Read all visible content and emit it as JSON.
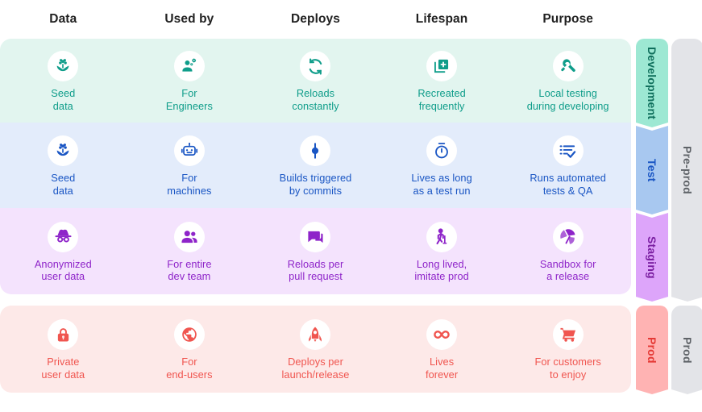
{
  "headers": [
    {
      "label": "Data"
    },
    {
      "label": "Used by"
    },
    {
      "label": "Deploys"
    },
    {
      "label": "Lifespan"
    },
    {
      "label": "Purpose"
    }
  ],
  "colors": {
    "dev_bg": "#e2f5ef",
    "dev_fg": "#0f9d8a",
    "dev_chevron": "#9de8d3",
    "dev_chevron_text": "#0f6f5c",
    "test_bg": "#e3ecfb",
    "test_fg": "#1a56c4",
    "test_chevron": "#a8c8f0",
    "staging_bg": "#f4e3fd",
    "staging_fg": "#8e24c9",
    "staging_chevron": "#dda5fa",
    "prod_bg": "#fde9e8",
    "prod_fg": "#f0554f",
    "prod_chevron": "#ffb3b3",
    "group_chevron": "#e3e4e8",
    "group_chevron_text": "#5f6368",
    "header_text": "#212121",
    "bubble": "#ffffff"
  },
  "rows": [
    {
      "env": "Development",
      "cells": [
        {
          "icon": "seed-flower-icon",
          "label": "Seed\ndata"
        },
        {
          "icon": "engineer-gear-icon",
          "label": "For\nEngineers"
        },
        {
          "icon": "refresh-cycle-icon",
          "label": "Reloads\nconstantly"
        },
        {
          "icon": "duplicate-add-icon",
          "label": "Recreated\nfrequently"
        },
        {
          "icon": "wrench-icon",
          "label": "Local testing\nduring developing"
        }
      ]
    },
    {
      "env": "Test",
      "cells": [
        {
          "icon": "seed-flower-icon",
          "label": "Seed\ndata"
        },
        {
          "icon": "robot-icon",
          "label": "For\nmachines"
        },
        {
          "icon": "commit-node-icon",
          "label": "Builds triggered\nby commits"
        },
        {
          "icon": "stopwatch-icon",
          "label": "Lives as long\nas a test run"
        },
        {
          "icon": "checklist-icon",
          "label": "Runs automated\ntests & QA"
        }
      ]
    },
    {
      "env": "Staging",
      "cells": [
        {
          "icon": "incognito-icon",
          "label": "Anonymized\nuser data"
        },
        {
          "icon": "people-group-icon",
          "label": "For entire\ndev team"
        },
        {
          "icon": "chat-bubble-icon",
          "label": "Reloads per\npull request"
        },
        {
          "icon": "walking-cane-icon",
          "label": "Long lived,\nimitate prod"
        },
        {
          "icon": "beach-umbrella-icon",
          "label": "Sandbox for\na release"
        }
      ]
    },
    {
      "env": "Prod",
      "cells": [
        {
          "icon": "lock-icon",
          "label": "Private\nuser data"
        },
        {
          "icon": "globe-public-icon",
          "label": "For\nend-users"
        },
        {
          "icon": "rocket-icon",
          "label": "Deploys per\nlaunch/release"
        },
        {
          "icon": "infinity-icon",
          "label": "Lives\nforever"
        },
        {
          "icon": "shopping-cart-icon",
          "label": "For customers\nto enjoy"
        }
      ]
    }
  ],
  "env_rail": [
    {
      "label": "Development"
    },
    {
      "label": "Test"
    },
    {
      "label": "Staging"
    },
    {
      "label": "Prod"
    }
  ],
  "group_rail": [
    {
      "label": "Pre-prod"
    },
    {
      "label": "Prod"
    }
  ]
}
